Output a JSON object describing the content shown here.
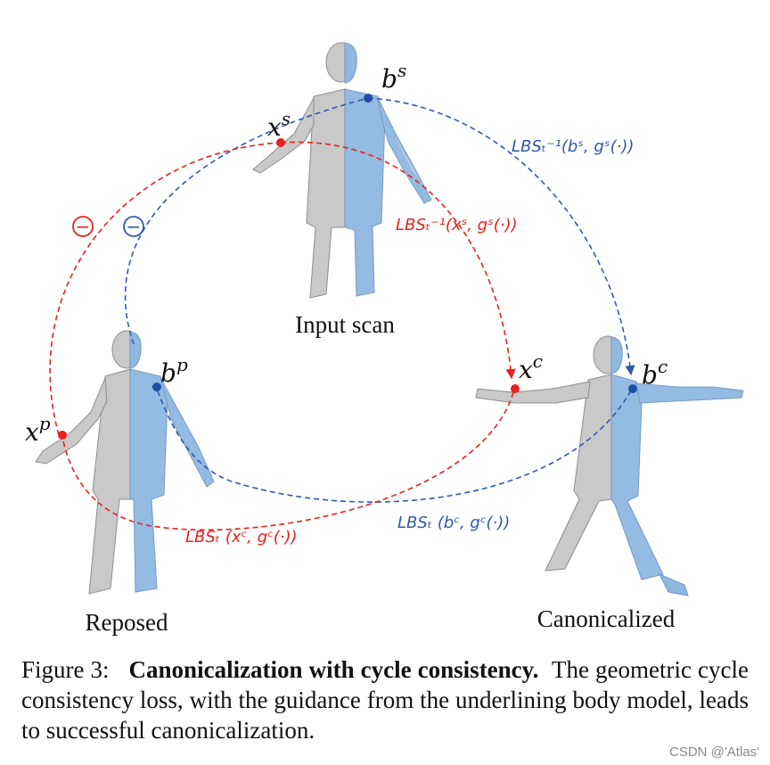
{
  "figure": {
    "points": {
      "xs": {
        "base": "x",
        "sup": "s"
      },
      "bs": {
        "base": "b",
        "sup": "s"
      },
      "xp": {
        "base": "x",
        "sup": "p"
      },
      "bp": {
        "base": "b",
        "sup": "p"
      },
      "xc": {
        "base": "x",
        "sup": "c"
      },
      "bc": {
        "base": "b",
        "sup": "c"
      }
    },
    "equations": {
      "blue_top": "LBSₜ⁻¹(bˢ, gˢ(·))",
      "red_top": "LBSₜ⁻¹(xˢ, gˢ(·))",
      "blue_bottom": "LBSₜ (bᶜ, gᶜ(·))",
      "red_bottom": "LBSₜ (xᶜ, gᶜ(·))"
    },
    "pose_labels": {
      "input": "Input scan",
      "reposed": "Reposed",
      "canonical": "Canonicalized"
    },
    "minus_symbol": "−"
  },
  "caption": {
    "number": "Figure 3:",
    "title": "Canonicalization with cycle consistency.",
    "body": "The geometric cycle consistency loss, with the guidance from the underlining body model, leads to successful canonicalization."
  },
  "watermark": "CSDN @'Atlas'",
  "colors": {
    "red": "#e8201f",
    "blue": "#2f5aa8",
    "body_gray": "#c9c9c9",
    "body_blue": "#8fb8e0"
  }
}
